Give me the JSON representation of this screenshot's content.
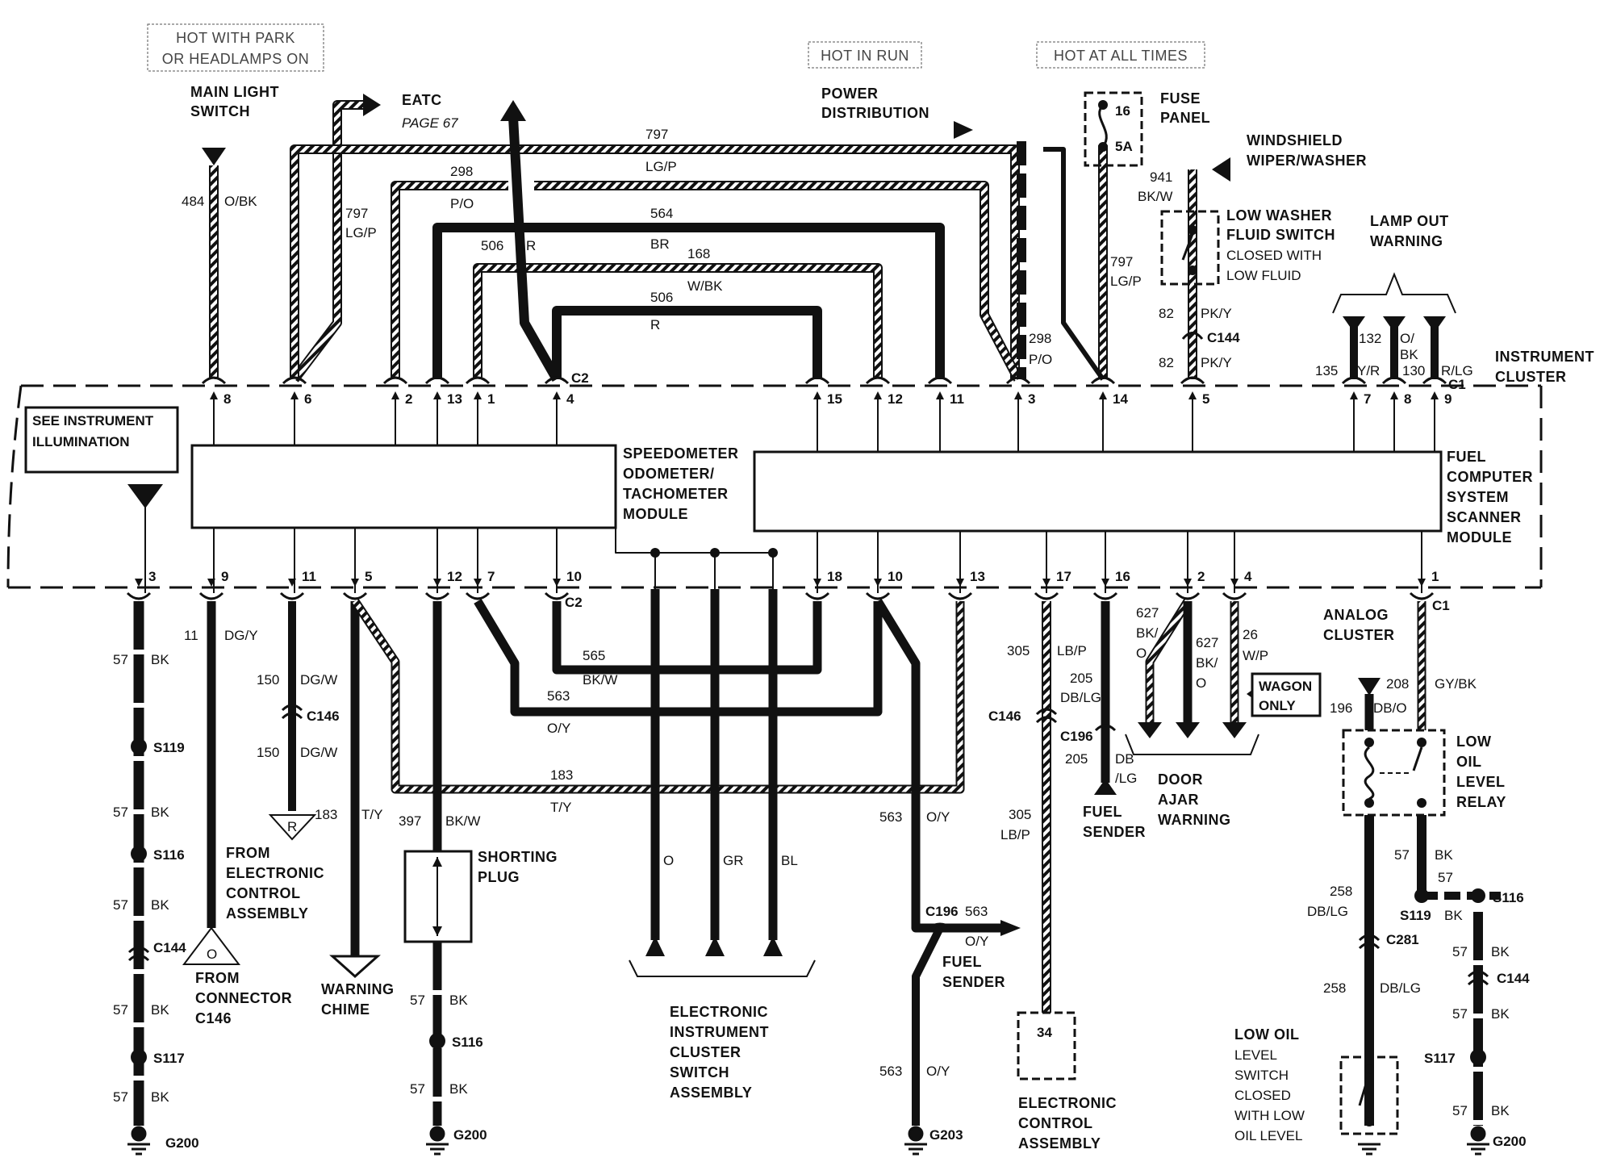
{
  "hot_labels": {
    "park": [
      "HOT WITH PARK",
      "OR HEADLAMPS ON"
    ],
    "run": "HOT IN RUN",
    "all_times": "HOT AT ALL TIMES"
  },
  "top_labels": {
    "main_light_switch": [
      "MAIN LIGHT",
      "SWITCH"
    ],
    "eatc": "EATC",
    "eatc_page": "PAGE 67",
    "power_distribution": [
      "POWER",
      "DISTRIBUTION"
    ],
    "fuse_panel": [
      "FUSE",
      "PANEL"
    ],
    "fuse_num": "16",
    "fuse_amp": "5A",
    "windshield": [
      "WINDSHIELD",
      "WIPER/WASHER"
    ],
    "low_washer": [
      "LOW WASHER",
      "FLUID SWITCH",
      "CLOSED WITH",
      "LOW FLUID"
    ],
    "lamp_out": [
      "LAMP OUT",
      "WARNING"
    ],
    "instrument_cluster": [
      "INSTRUMENT",
      "CLUSTER"
    ],
    "see_illumination": [
      "SEE INSTRUMENT",
      "ILLUMINATION"
    ]
  },
  "modules": {
    "speedo": [
      "SPEEDOMETER",
      "ODOMETER/",
      "TACHOMETER",
      "MODULE"
    ],
    "fuel_computer": [
      "FUEL",
      "COMPUTER",
      "SYSTEM",
      "SCANNER",
      "MODULE"
    ]
  },
  "top_wires": {
    "w484": [
      "484",
      "O/BK"
    ],
    "w797a": [
      "797",
      "LG/P"
    ],
    "w797_top": [
      "797",
      "LG/P"
    ],
    "w298": [
      "298",
      "P/O"
    ],
    "w564": [
      "564",
      "BR"
    ],
    "w506a": [
      "506",
      "R"
    ],
    "w168": [
      "168",
      "W/BK"
    ],
    "w506b": [
      "506",
      "R"
    ],
    "w298b": [
      "298",
      "P/O"
    ],
    "w797b": [
      "797",
      "LG/P"
    ],
    "w941": [
      "941",
      "BK/W"
    ],
    "w82a": [
      "82",
      "PK/Y"
    ],
    "w82b": [
      "82",
      "PK/Y"
    ],
    "c144": "C144",
    "w135": [
      "135",
      "Y/R"
    ],
    "w132": [
      "132",
      "O/",
      "BK"
    ],
    "w130": [
      "130",
      "R/LG"
    ]
  },
  "top_pins": [
    "8",
    "6",
    "2",
    "13",
    "1",
    "4",
    "15",
    "12",
    "11",
    "3",
    "14",
    "5",
    "7",
    "8",
    "9"
  ],
  "connector_c2": "C2",
  "connector_c1": "C1",
  "bottom_pins": [
    "3",
    "9",
    "11",
    "5",
    "12",
    "7",
    "10",
    "18",
    "10",
    "13",
    "17",
    "16",
    "2",
    "4",
    "1"
  ],
  "bottom_wires": {
    "w57": [
      "57",
      "BK"
    ],
    "s119": "S119",
    "s116": "S116",
    "c144": "C144",
    "s117": "S117",
    "g200": "G200",
    "w11": [
      "11",
      "DG/Y"
    ],
    "w150a": [
      "150",
      "DG/W"
    ],
    "c146": "C146",
    "w150b": [
      "150",
      "DG/W"
    ],
    "r_tri": "R",
    "from_eca": [
      "FROM",
      "ELECTRONIC",
      "CONTROL",
      "ASSEMBLY"
    ],
    "o_tri": "O",
    "from_connector": [
      "FROM",
      "CONNECTOR",
      "C146"
    ],
    "w183a": [
      "183",
      "T/Y"
    ],
    "warning_chime": [
      "WARNING",
      "CHIME"
    ],
    "w397": [
      "397",
      "BK/W"
    ],
    "shorting_plug": [
      "SHORTING",
      "PLUG"
    ],
    "w57c": [
      "57",
      "BK"
    ],
    "s116b": "S116",
    "w57d": [
      "57",
      "BK"
    ],
    "g200b": "G200",
    "w565": [
      "565",
      "BK/W"
    ],
    "w563a": [
      "563",
      "O/Y"
    ],
    "w183b": [
      "183",
      "T/Y"
    ],
    "sw_o": "O",
    "sw_gr": "GR",
    "sw_bl": "BL",
    "switch_assembly": [
      "ELECTRONIC",
      "INSTRUMENT",
      "CLUSTER",
      "SWITCH",
      "ASSEMBLY"
    ],
    "w563b": [
      "563",
      "O/Y"
    ],
    "c196": "C196",
    "w563c": [
      "563",
      "O/Y"
    ],
    "fuel_sender_a": [
      "FUEL",
      "SENDER"
    ],
    "w563d": [
      "563",
      "O/Y"
    ],
    "g203": "G203",
    "w305a": [
      "305",
      "LB/P"
    ],
    "c146b": "C146",
    "w305b": [
      "305",
      "LB/P"
    ],
    "eca_num": "34",
    "eca": [
      "ELECTRONIC",
      "CONTROL",
      "ASSEMBLY"
    ],
    "w205a": [
      "205",
      "DB/LG"
    ],
    "c196b": "C196",
    "w205b": [
      "205",
      "DB",
      "/LG"
    ],
    "fuel_sender_b": [
      "FUEL",
      "SENDER"
    ],
    "w627a": [
      "627",
      "BK/",
      "O"
    ],
    "w627b": [
      "627",
      "BK/",
      "O"
    ],
    "w26": [
      "26",
      "W/P"
    ],
    "wagon_only": [
      "WAGON",
      "ONLY"
    ],
    "door_ajar": [
      "DOOR",
      "AJAR",
      "WARNING"
    ],
    "analog_cluster": [
      "ANALOG",
      "CLUSTER"
    ],
    "w208": [
      "208",
      "GY/BK"
    ],
    "w196": [
      "196",
      "DB/O"
    ],
    "low_oil_relay": [
      "LOW",
      "OIL",
      "LEVEL",
      "RELAY"
    ],
    "w57r": [
      "57",
      "BK"
    ],
    "w57r2": [
      "57"
    ],
    "s119b": "S119",
    "bk_small": "BK",
    "s116c": "S116",
    "w258a": [
      "258",
      "DB/LG"
    ],
    "c281": "C281",
    "w258b": [
      "258",
      "DB/LG"
    ],
    "low_oil_switch": [
      "LOW OIL",
      "LEVEL",
      "SWITCH",
      "CLOSED",
      "WITH LOW",
      "OIL LEVEL"
    ],
    "w57e": [
      "57",
      "BK"
    ],
    "c144b": "C144",
    "w57f": [
      "57",
      "BK"
    ],
    "s117b": "S117",
    "w57g": [
      "57",
      "BK"
    ],
    "g200c": "G200"
  }
}
